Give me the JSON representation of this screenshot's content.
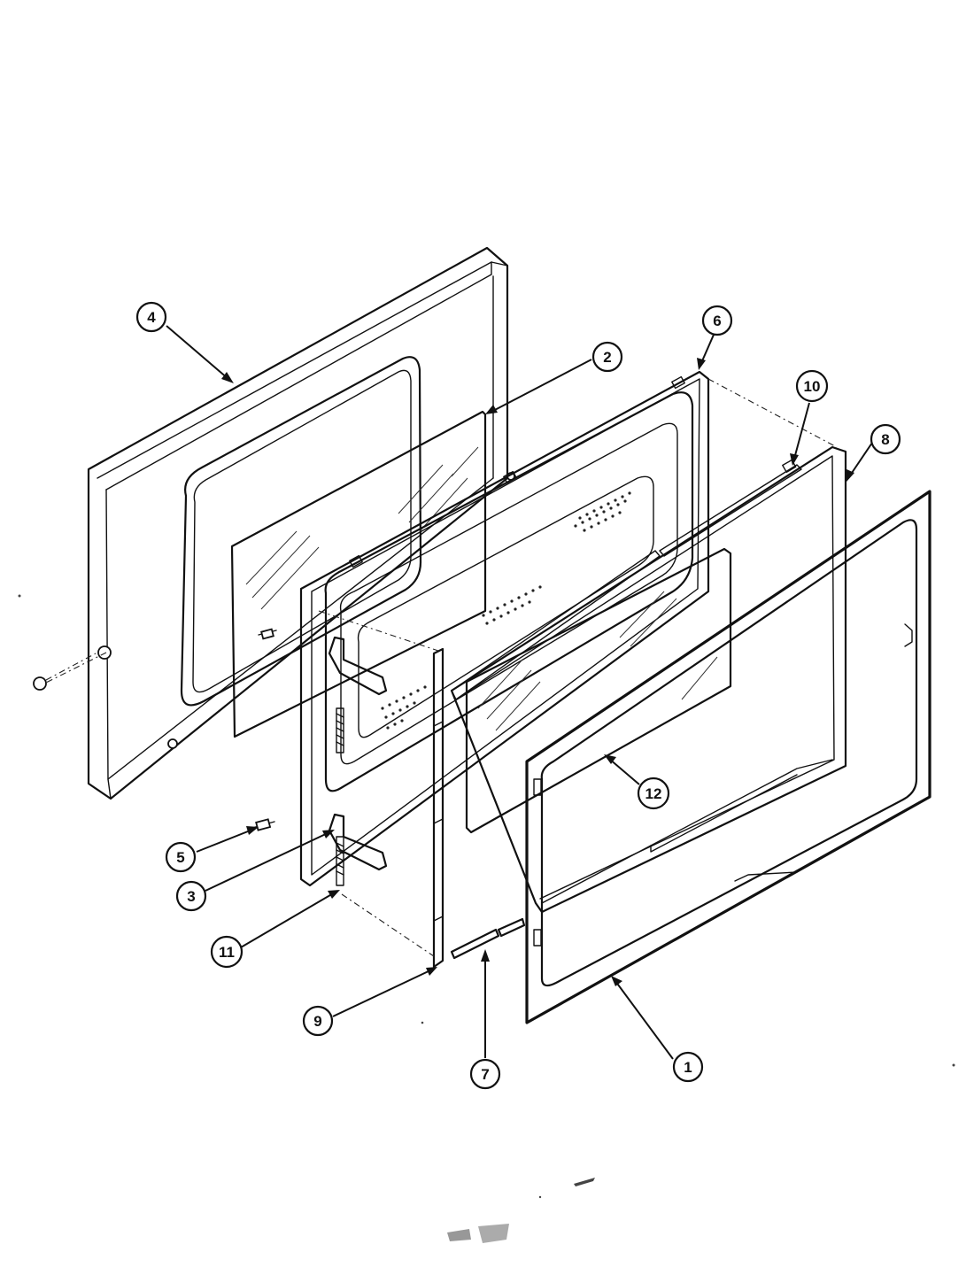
{
  "diagram": {
    "callouts": [
      {
        "id": "callout-1",
        "label": "1"
      },
      {
        "id": "callout-2",
        "label": "2"
      },
      {
        "id": "callout-3",
        "label": "3"
      },
      {
        "id": "callout-4",
        "label": "4"
      },
      {
        "id": "callout-5",
        "label": "5"
      },
      {
        "id": "callout-6",
        "label": "6"
      },
      {
        "id": "callout-7",
        "label": "7"
      },
      {
        "id": "callout-8",
        "label": "8"
      },
      {
        "id": "callout-9",
        "label": "9"
      },
      {
        "id": "callout-10",
        "label": "10"
      },
      {
        "id": "callout-11",
        "label": "11"
      },
      {
        "id": "callout-12",
        "label": "12"
      }
    ]
  }
}
